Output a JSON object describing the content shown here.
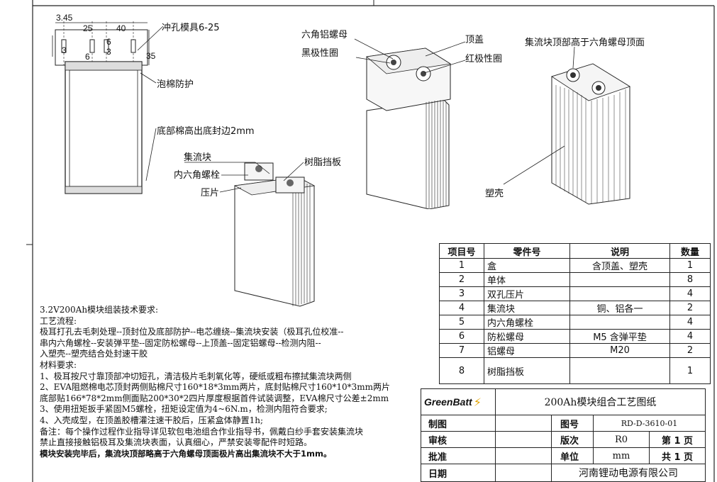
{
  "drawing": {
    "dims": {
      "d1": "3.45",
      "d2": "25",
      "d3": "40",
      "d4": "3",
      "d5": "6",
      "d6": "6",
      "d7": "3",
      "d8": "35"
    },
    "callouts": {
      "punch_tool": "冲孔模具6-25",
      "foam_protection": "泡棉防护",
      "bottom_foam": "底部棉高出底封边2mm",
      "collector_block": "集流块",
      "hex_bolt": "内六角螺栓",
      "pressing_plate": "压片",
      "resin_baffle": "树脂挡板",
      "hex_al_nut": "六角铝螺母",
      "black_ring": "黑极性圈",
      "top_cover": "顶盖",
      "red_ring": "红极性圈",
      "collector_higher": "集流块顶部高于六角螺母顶面",
      "plastic_shell": "塑壳"
    }
  },
  "notes": [
    "3.2V200Ah模块组装技术要求:",
    "工艺流程:",
    "极耳打孔去毛刺处理--顶封位及底部防护--电芯缠绕--集流块安装（极耳孔位校准--",
    "串内六角螺栓--安装弹平垫--固定防松螺母--上顶盖--固定铝螺母--检测内阻--",
    "入塑壳--塑壳结合处封速干胶",
    "材料要求:",
    "1、极耳按尺寸靠顶部冲切短孔，清洁极片毛刺氧化等，硬纸或粗布擦拭集流块两侧",
    "2、EVA阻燃棉电芯顶封两侧贴棉尺寸160*18*3mm两片，底封贴棉尺寸160*10*3mm两片",
    "底部贴166*78*2mm侧面贴200*30*2四片厚度根据首件试装调整，EVA棉尺寸公差±2mm",
    "3、使用扭矩扳手紧固M5螺栓，扭矩设定值为4~6N.m，检测内阻符合要求;",
    "4、入壳成型，在顶盖胶槽灌注速干胶后，压紧盒体静置1h;",
    "备注：每个操作过程作业指导详见软包电池组合作业指导书，佩戴白纱手套安装集流块",
    "禁止直接接触铝极耳及集流块表面，认真细心，严禁安装零配件时短路。",
    "模块安装完毕后，集流块顶部略高于六角螺母顶面极片高出集流块不大于1mm。"
  ],
  "parts_table": {
    "headers": [
      "项目号",
      "零件号",
      "说明",
      "数量"
    ],
    "rows": [
      [
        "1",
        "盒",
        "含顶盖、塑壳",
        "1"
      ],
      [
        "2",
        "单体",
        "",
        "8"
      ],
      [
        "3",
        "双孔压片",
        "",
        "4"
      ],
      [
        "4",
        "集流块",
        "铜、铝各一",
        "2"
      ],
      [
        "5",
        "内六角螺栓",
        "",
        "4"
      ],
      [
        "6",
        "防松螺母",
        "M5 含弹平垫",
        "4"
      ],
      [
        "7",
        "铝螺母",
        "M20",
        "2"
      ],
      [
        "8",
        "树脂挡板",
        "",
        "1"
      ]
    ]
  },
  "title_block": {
    "logo": "GreenBatt",
    "title": "200Ah模块组合工艺图纸",
    "drafted_label": "制图",
    "drawing_no_label": "图号",
    "drawing_no": "RD-D-3610-01",
    "review_label": "审核",
    "version_label": "版次",
    "version": "R0",
    "page": "第 1 页",
    "approve_label": "批准",
    "unit_label": "单位",
    "unit": "mm",
    "total": "共 1 页",
    "date_label": "日期",
    "company": "河南锂动电源有限公司"
  }
}
